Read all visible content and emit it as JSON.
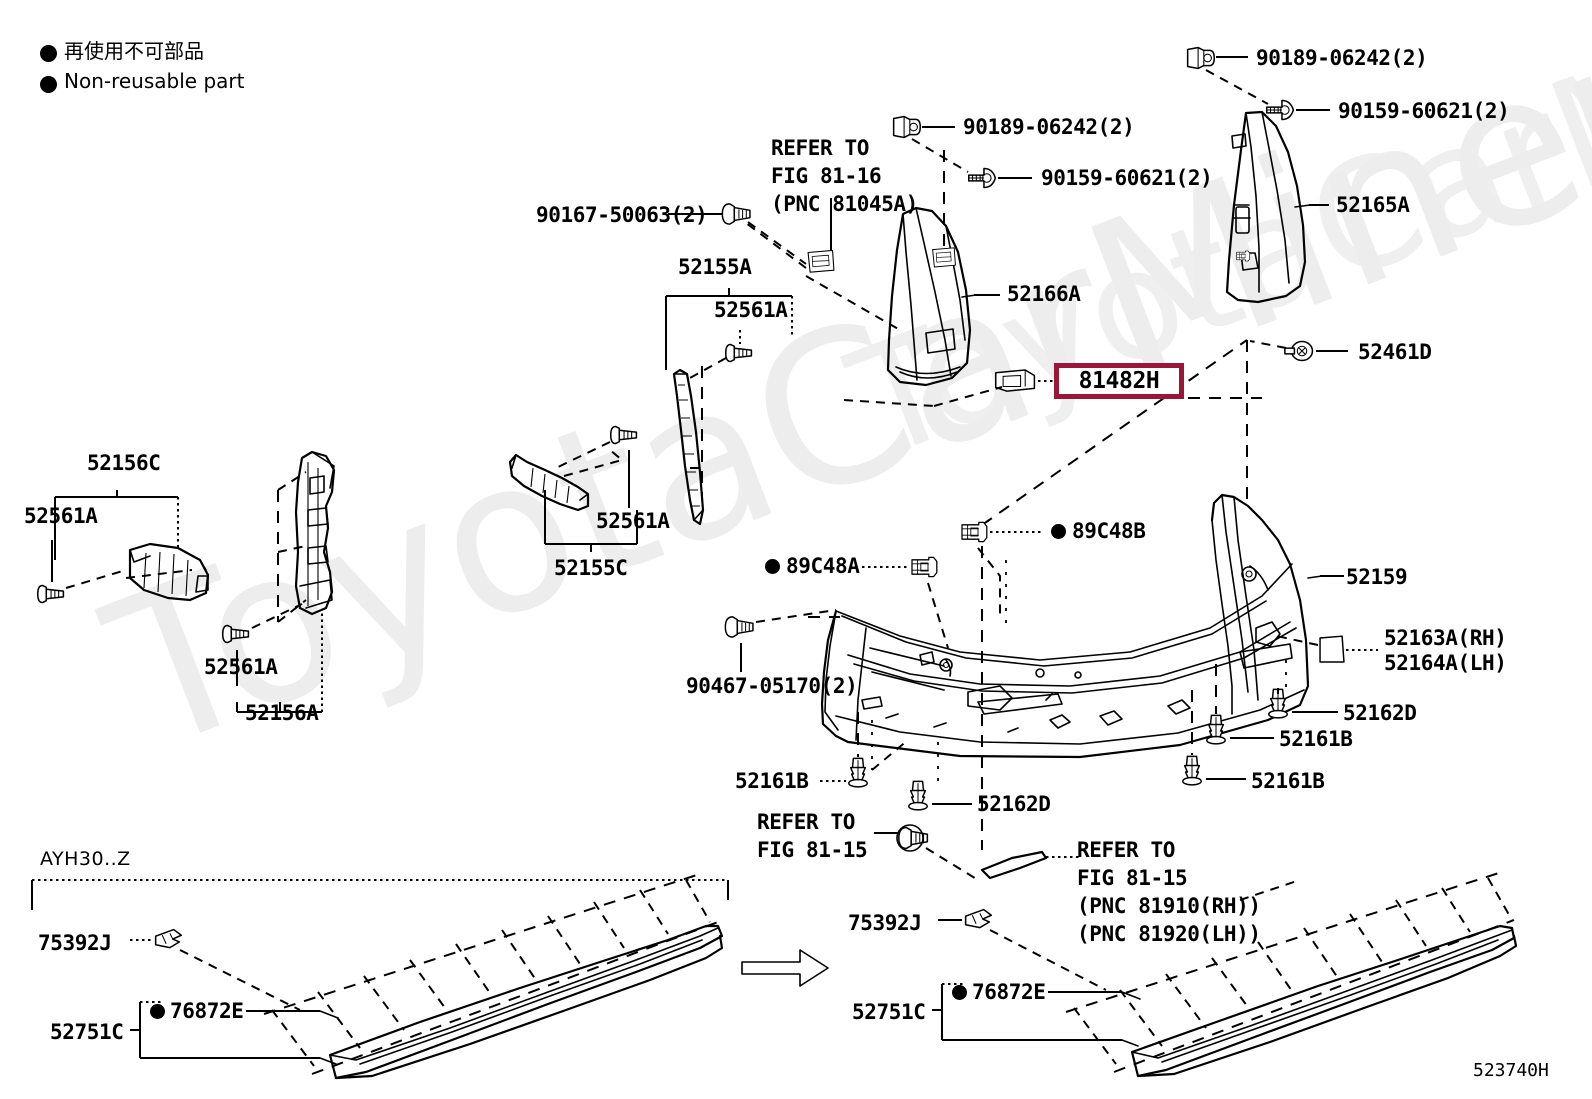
{
  "diagram": {
    "title": "Toyota rear bumper assembly exploded parts diagram",
    "figure_id": "523740H",
    "model_code": "AYH30..Z",
    "watermark": "ToyotaCarMiner.ru",
    "highlight_color": "#9C1639",
    "highlighted_part": "81482H"
  },
  "legend": {
    "japanese": "再使用不可部品",
    "english": "Non-reusable part",
    "marker": "filled-circle"
  },
  "notes": [
    {
      "id": "note-fig-81-16",
      "lines": [
        "REFER TO",
        "FIG 81-16",
        "(PNC 81045A)"
      ]
    },
    {
      "id": "note-fig-81-15-left",
      "lines": [
        "REFER TO",
        "FIG 81-15"
      ]
    },
    {
      "id": "note-fig-81-15-right",
      "lines": [
        "REFER TO",
        "FIG 81-15",
        "(PNC 81910(RH))",
        "(PNC 81920(LH))"
      ]
    }
  ],
  "callouts": [
    {
      "id": "c-90189-06242-top",
      "text": "90189-06242(2)",
      "nonreusable": false
    },
    {
      "id": "c-90159-60621-top",
      "text": "90159-60621(2)",
      "nonreusable": false
    },
    {
      "id": "c-52165A",
      "text": "52165A",
      "nonreusable": false
    },
    {
      "id": "c-90189-06242-mid",
      "text": "90189-06242(2)",
      "nonreusable": false
    },
    {
      "id": "c-90159-60621-mid",
      "text": "90159-60621(2)",
      "nonreusable": false
    },
    {
      "id": "c-52166A",
      "text": "52166A",
      "nonreusable": false
    },
    {
      "id": "c-90167-50063",
      "text": "90167-50063(2)",
      "nonreusable": false
    },
    {
      "id": "c-52155A",
      "text": "52155A",
      "nonreusable": false
    },
    {
      "id": "c-52561A-1",
      "text": "52561A",
      "nonreusable": false
    },
    {
      "id": "c-52561A-2",
      "text": "52561A",
      "nonreusable": false
    },
    {
      "id": "c-52155C",
      "text": "52155C",
      "nonreusable": false
    },
    {
      "id": "c-81482H",
      "text": "81482H",
      "nonreusable": false,
      "highlighted": true
    },
    {
      "id": "c-52461D",
      "text": "52461D",
      "nonreusable": false
    },
    {
      "id": "c-52156C",
      "text": "52156C",
      "nonreusable": false
    },
    {
      "id": "c-52561A-3",
      "text": "52561A",
      "nonreusable": false
    },
    {
      "id": "c-52561A-4",
      "text": "52561A",
      "nonreusable": false
    },
    {
      "id": "c-52156A",
      "text": "52156A",
      "nonreusable": false
    },
    {
      "id": "c-89C48B",
      "text": "89C48B",
      "nonreusable": true
    },
    {
      "id": "c-89C48A",
      "text": "89C48A",
      "nonreusable": true
    },
    {
      "id": "c-52159",
      "text": "52159",
      "nonreusable": false
    },
    {
      "id": "c-52163A",
      "text": "52163A(RH)",
      "nonreusable": false
    },
    {
      "id": "c-52164A",
      "text": "52164A(LH)",
      "nonreusable": false
    },
    {
      "id": "c-90467-05170",
      "text": "90467-05170(2)",
      "nonreusable": false
    },
    {
      "id": "c-52162D-right",
      "text": "52162D",
      "nonreusable": false
    },
    {
      "id": "c-52161B-right1",
      "text": "52161B",
      "nonreusable": false
    },
    {
      "id": "c-52161B-right2",
      "text": "52161B",
      "nonreusable": false
    },
    {
      "id": "c-52161B-left",
      "text": "52161B",
      "nonreusable": false
    },
    {
      "id": "c-52162D-center",
      "text": "52162D",
      "nonreusable": false
    },
    {
      "id": "c-75392J-left",
      "text": "75392J",
      "nonreusable": false
    },
    {
      "id": "c-76872E-left",
      "text": "76872E",
      "nonreusable": true
    },
    {
      "id": "c-52751C-left",
      "text": "52751C",
      "nonreusable": false
    },
    {
      "id": "c-75392J-right",
      "text": "75392J",
      "nonreusable": false
    },
    {
      "id": "c-76872E-right",
      "text": "76872E",
      "nonreusable": true
    },
    {
      "id": "c-52751C-right",
      "text": "52751C",
      "nonreusable": false
    }
  ]
}
